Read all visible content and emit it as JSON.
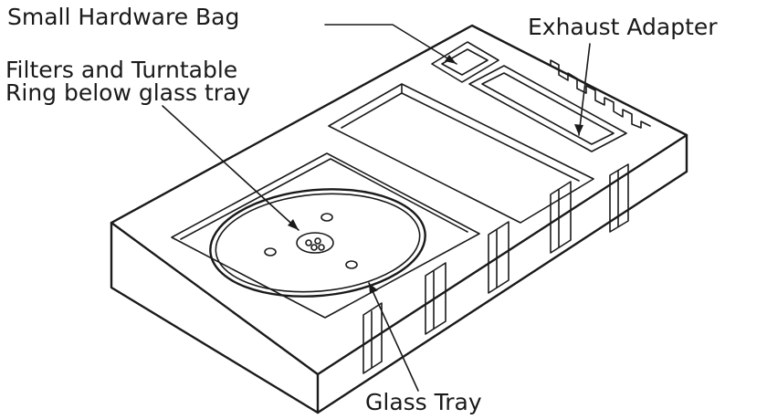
{
  "labels": {
    "small_hardware_bag": "Small Hardware Bag",
    "exhaust_adapter": "Exhaust Adapter",
    "filters_line1": "Filters and Turntable",
    "filters_line2": "Ring below glass tray",
    "glass_tray": "Glass Tray"
  },
  "colors": {
    "line": "#1a1a1a",
    "background": "#ffffff"
  }
}
